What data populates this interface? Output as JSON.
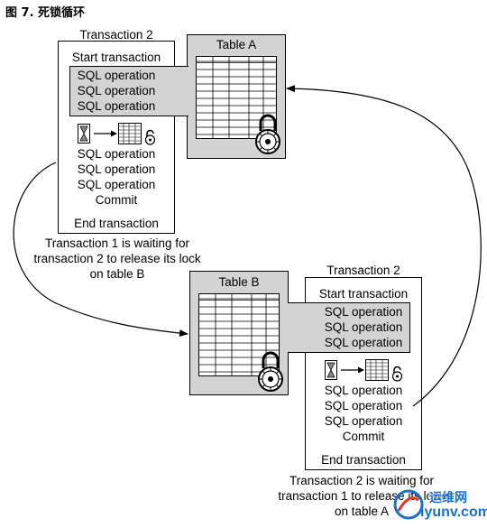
{
  "figure_title": "图 7. 死锁循环",
  "top": {
    "transaction_header": "Transaction 2",
    "table_label": "Table A",
    "start": "Start transaction",
    "highlighted_ops": [
      "SQL operation",
      "SQL operation",
      "SQL operation"
    ],
    "ops": [
      "SQL operation",
      "SQL operation",
      "SQL operation"
    ],
    "commit": "Commit",
    "end": "End transaction",
    "caption": [
      "Transaction 1 is waiting for",
      "transaction 2 to release its lock",
      "on table B"
    ]
  },
  "bottom": {
    "transaction_header": "Transaction 2",
    "table_label": "Table B",
    "start": "Start transaction",
    "highlighted_ops": [
      "SQL operation",
      "SQL operation",
      "SQL operation"
    ],
    "ops": [
      "SQL operation",
      "SQL operation",
      "SQL operation"
    ],
    "commit": "Commit",
    "end": "End transaction",
    "caption": [
      "Transaction 2 is waiting for",
      "transaction 1 to release its lock",
      "on table A"
    ]
  },
  "watermark": {
    "brand": "运维网",
    "url": "iyunv.com"
  },
  "icons": [
    "hourglass-icon",
    "table-grid-icon",
    "padlock-icon",
    "combination-lock-icon",
    "arrow-icon"
  ]
}
